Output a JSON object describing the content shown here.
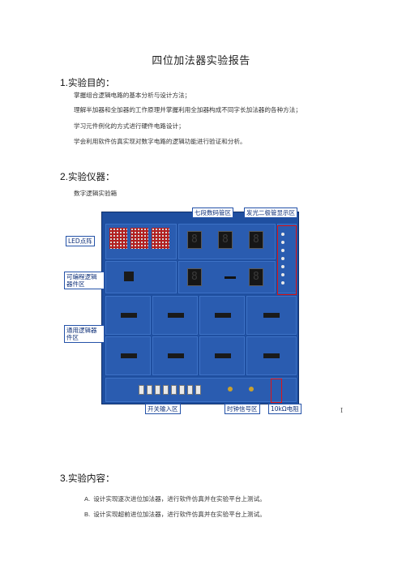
{
  "title": "四位加法器实验报告",
  "sections": [
    {
      "number": "1.",
      "heading": "实验目的：",
      "items": [
        "掌握组合逻辑电路的基本分析与设计方法；",
        "理解半加器和全加器的工作原理并掌握利用全加器构成不同字长加法器的各种方法；",
        "学习元件例化的方式进行硬件电路设计；",
        "学会利用软件仿真实现对数字电路的逻辑功能进行验证和分析。"
      ]
    },
    {
      "number": "2.",
      "heading": "实验仪器：",
      "items": [
        "数字逻辑实验箱"
      ]
    },
    {
      "number": "3.",
      "heading": "实验内容：",
      "list": [
        {
          "marker": "A.",
          "text": "设计实现逐次进位加法器，进行软件仿真并在实验平台上测试。"
        },
        {
          "marker": "B.",
          "text": "设计实现超前进位加法器，进行软件仿真并在实验平台上测试。"
        }
      ]
    }
  ],
  "photo_labels": {
    "seven_seg": "七段数码管区",
    "led_binary": "发光二极管显示区",
    "led_matrix": "LED点阵",
    "programmable": "可编程逻辑器件区",
    "general_logic": "通用逻辑器件区",
    "switch_input": "开关输入区",
    "clock": "时钟信号区",
    "resistor": "10kΩ电阻"
  },
  "photo_caption_mark": "I"
}
